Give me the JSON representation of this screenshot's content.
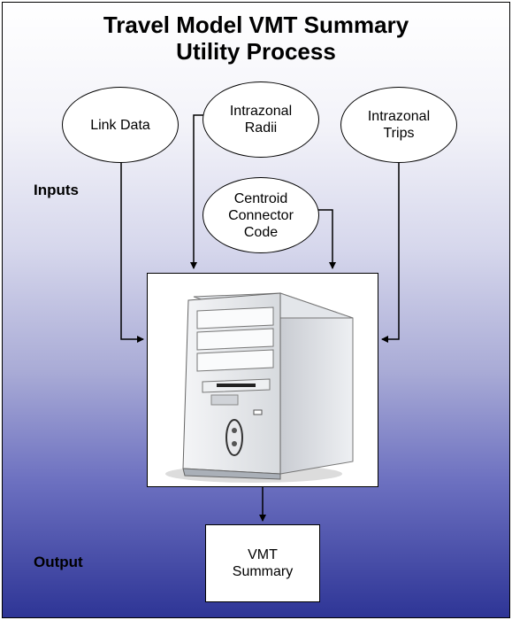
{
  "title": {
    "line1": "Travel Model VMT Summary",
    "line2": "Utility Process"
  },
  "inputs": {
    "section_label": "Inputs",
    "link_data": "Link Data",
    "intrazonal_radii": "Intrazonal\nRadii",
    "intrazonal_trips": "Intrazonal\nTrips",
    "centroid_connector_code": "Centroid\nConnector\nCode"
  },
  "output": {
    "section_label": "Output",
    "vmt_summary": "VMT\nSummary"
  },
  "colors": {
    "gradient_top": "#ffffff",
    "gradient_bottom": "#2e3596"
  },
  "icons": [
    "computer-tower-icon"
  ]
}
